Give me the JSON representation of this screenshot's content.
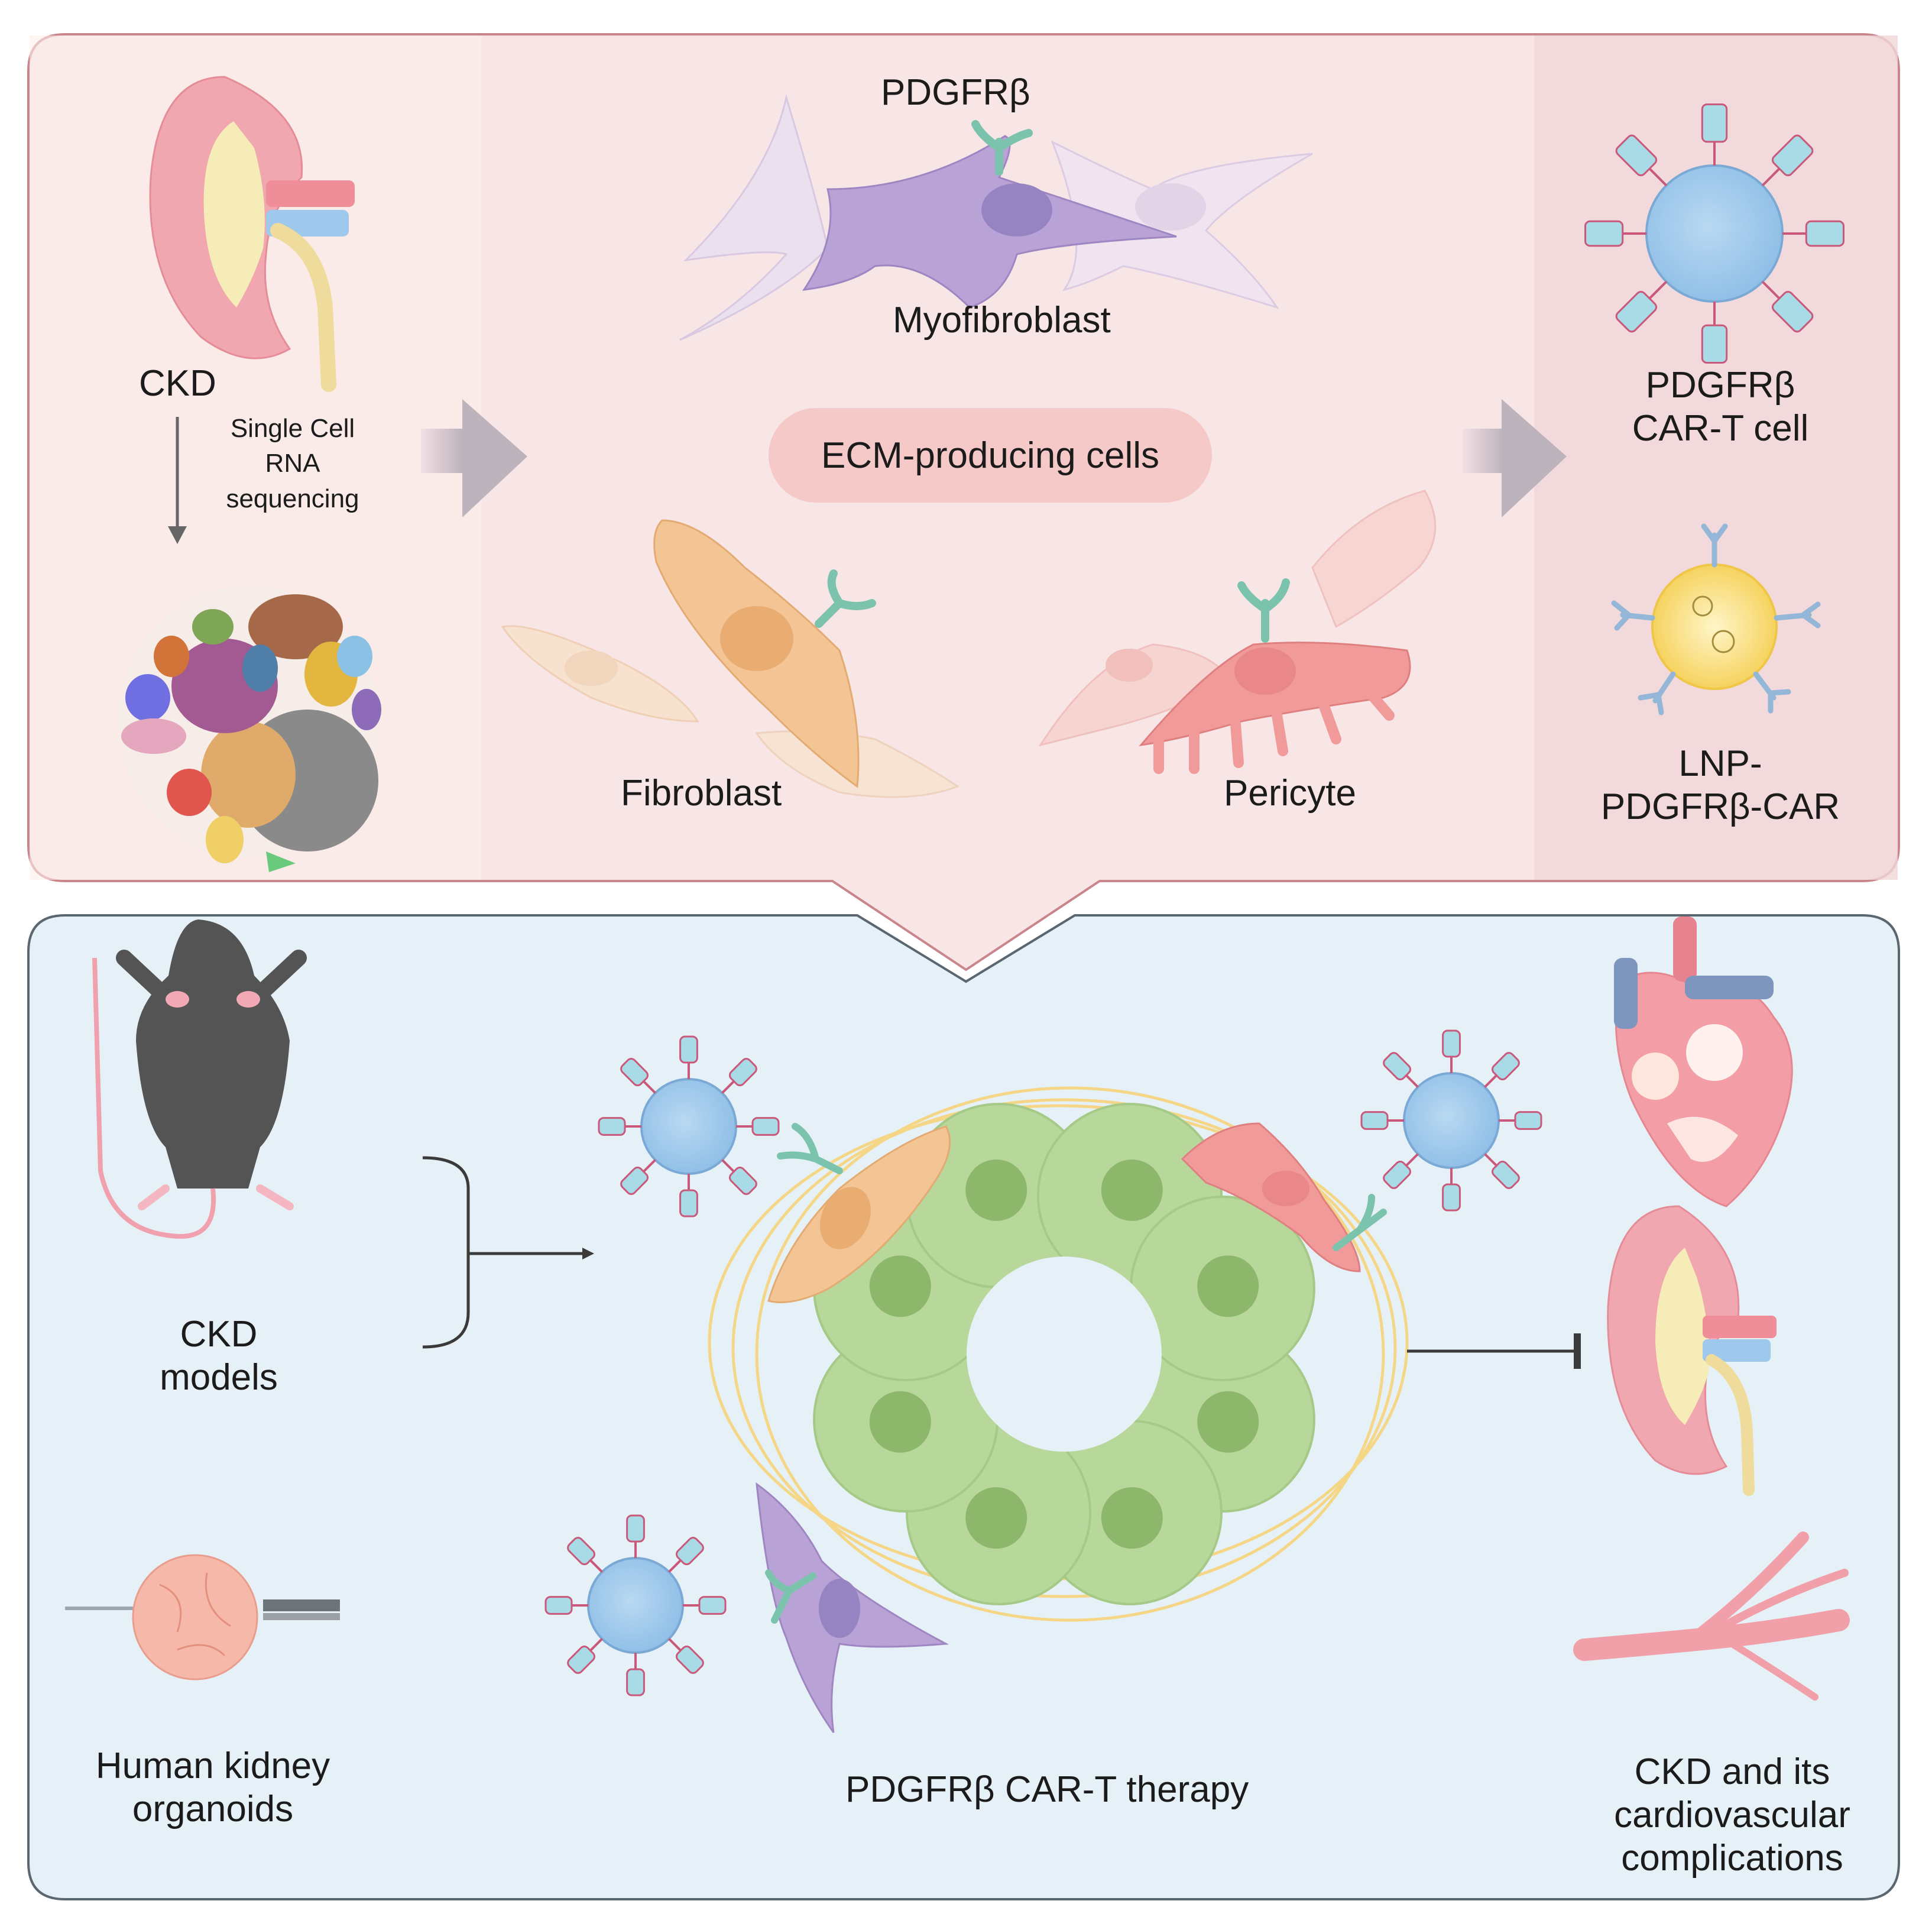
{
  "top_panel": {
    "source": {
      "label": "CKD",
      "step": "Single Cell\nRNA\nsequencing"
    },
    "receptor_label": "PDGFRβ",
    "target_cells": {
      "title": "ECM-producing cells",
      "myofibroblast": "Myofibroblast",
      "fibroblast": "Fibroblast",
      "pericyte": "Pericyte"
    },
    "therapies": {
      "car_t": "PDGFRβ\nCAR-T cell",
      "lnp": "LNP-\nPDGFRβ-CAR"
    }
  },
  "bottom_panel": {
    "models": {
      "mouse": "CKD\nmodels",
      "organoids": "Human kidney\norganoids"
    },
    "therapy_label": "PDGFRβ CAR-T therapy",
    "outcome": "CKD and its\ncardiovascular\ncomplications"
  },
  "colors": {
    "top_panel_bg": "#f8e6e6",
    "top_panel_border": "#c9868a",
    "bottom_panel_bg": "#e6f1f7",
    "bottom_panel_border": "#5a6670",
    "pill": "#f6c9c9",
    "tcell": "#9ec8ec",
    "receptor": "#7cc3ae",
    "fibroblast": "#f3c594",
    "myofibroblast": "#b9a3d6",
    "pericyte": "#f19a9a",
    "epithelium": "#b7d79b",
    "kidney": "#f1a7b0"
  }
}
